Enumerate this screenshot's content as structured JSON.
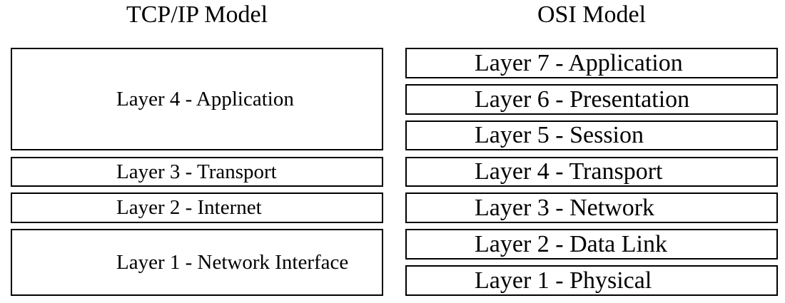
{
  "tcp_model": {
    "title": "TCP/IP Model",
    "layers": [
      "Layer 4 - Application",
      "Layer 3 - Transport",
      "Layer 2 - Internet",
      "Layer 1 - Network Interface"
    ]
  },
  "osi_model": {
    "title": "OSI Model",
    "layers": [
      "Layer 7 - Application",
      "Layer 6 - Presentation",
      "Layer 5 - Session",
      "Layer 4 - Transport",
      "Layer 3 - Network",
      "Layer 2 - Data Link",
      "Layer 1 - Physical"
    ]
  }
}
